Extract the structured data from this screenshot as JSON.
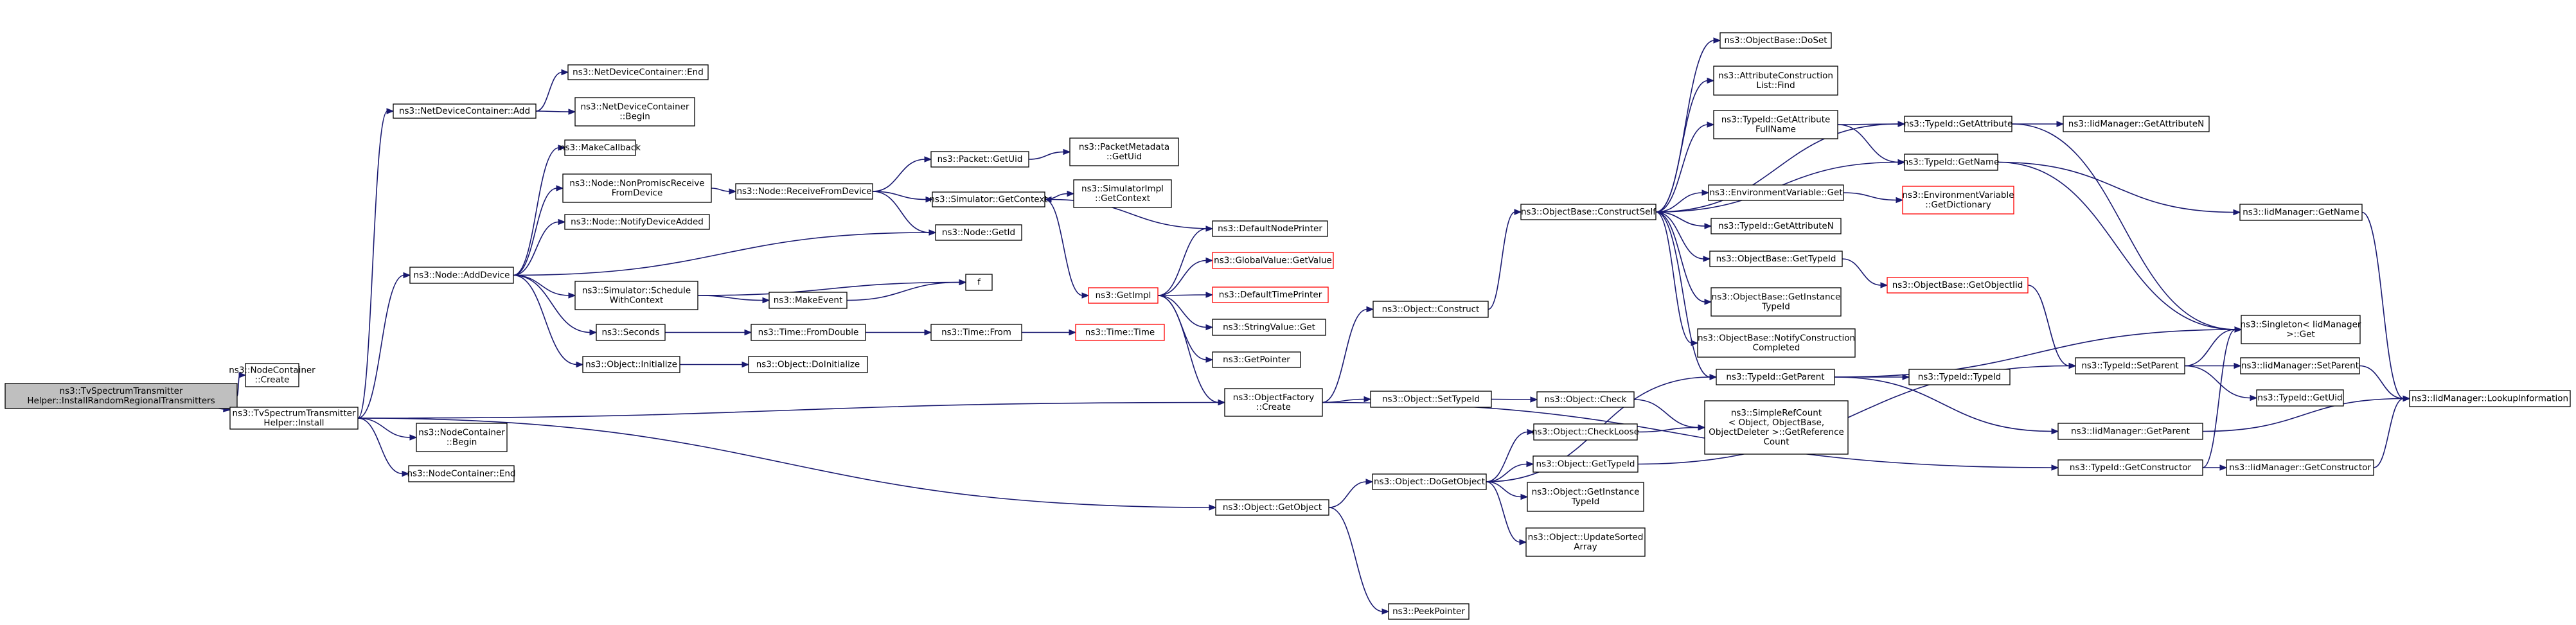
{
  "nodes": [
    {
      "id": "root",
      "lines": [
        "ns3::TvSpectrumTransmitter",
        "Helper::InstallRandomRegionalTransmitters"
      ],
      "style": "root"
    },
    {
      "id": "ncCreate",
      "lines": [
        "ns3::NodeContainer",
        "::Create"
      ],
      "style": "plain"
    },
    {
      "id": "install",
      "lines": [
        "ns3::TvSpectrumTransmitter",
        "Helper::Install"
      ],
      "style": "plain"
    },
    {
      "id": "ndcAdd",
      "lines": [
        "ns3::NetDeviceContainer::Add"
      ],
      "style": "plain"
    },
    {
      "id": "ndcEnd",
      "lines": [
        "ns3::NetDeviceContainer::End"
      ],
      "style": "plain"
    },
    {
      "id": "ndcBegin",
      "lines": [
        "ns3::NetDeviceContainer",
        "::Begin"
      ],
      "style": "plain"
    },
    {
      "id": "addDevice",
      "lines": [
        "ns3::Node::AddDevice"
      ],
      "style": "plain"
    },
    {
      "id": "makeCallback",
      "lines": [
        "ns3::MakeCallback"
      ],
      "style": "plain"
    },
    {
      "id": "nonPromisc",
      "lines": [
        "ns3::Node::NonPromiscReceive",
        "FromDevice"
      ],
      "style": "plain"
    },
    {
      "id": "notifyDev",
      "lines": [
        "ns3::Node::NotifyDeviceAdded"
      ],
      "style": "plain"
    },
    {
      "id": "receiveFrom",
      "lines": [
        "ns3::Node::ReceiveFromDevice"
      ],
      "style": "plain"
    },
    {
      "id": "packetGetUid",
      "lines": [
        "ns3::Packet::GetUid"
      ],
      "style": "plain"
    },
    {
      "id": "pktMetaGetUid",
      "lines": [
        "ns3::PacketMetadata",
        "::GetUid"
      ],
      "style": "plain"
    },
    {
      "id": "simGetContext",
      "lines": [
        "ns3::Simulator::GetContext"
      ],
      "style": "plain"
    },
    {
      "id": "simImplGetContext",
      "lines": [
        "ns3::SimulatorImpl",
        "::GetContext"
      ],
      "style": "plain"
    },
    {
      "id": "nodeGetId",
      "lines": [
        "ns3::Node::GetId"
      ],
      "style": "plain"
    },
    {
      "id": "schedule",
      "lines": [
        "ns3::Simulator::Schedule",
        "WithContext"
      ],
      "style": "plain"
    },
    {
      "id": "makeEvent",
      "lines": [
        "ns3::MakeEvent"
      ],
      "style": "plain"
    },
    {
      "id": "f",
      "lines": [
        "f"
      ],
      "style": "plain"
    },
    {
      "id": "seconds",
      "lines": [
        "ns3::Seconds"
      ],
      "style": "plain"
    },
    {
      "id": "fromDouble",
      "lines": [
        "ns3::Time::FromDouble"
      ],
      "style": "plain"
    },
    {
      "id": "timeFrom",
      "lines": [
        "ns3::Time::From"
      ],
      "style": "plain"
    },
    {
      "id": "timeTime",
      "lines": [
        "ns3::Time::Time"
      ],
      "style": "red"
    },
    {
      "id": "objInitialize",
      "lines": [
        "ns3::Object::Initialize"
      ],
      "style": "plain"
    },
    {
      "id": "doInitialize",
      "lines": [
        "ns3::Object::DoInitialize"
      ],
      "style": "plain"
    },
    {
      "id": "ncBegin",
      "lines": [
        "ns3::NodeContainer",
        "::Begin"
      ],
      "style": "plain"
    },
    {
      "id": "ncEnd",
      "lines": [
        "ns3::NodeContainer::End"
      ],
      "style": "plain"
    },
    {
      "id": "getImpl",
      "lines": [
        "ns3::GetImpl"
      ],
      "style": "red"
    },
    {
      "id": "defaultNodePrinter",
      "lines": [
        "ns3::DefaultNodePrinter"
      ],
      "style": "plain"
    },
    {
      "id": "globalValueGetValue",
      "lines": [
        "ns3::GlobalValue::GetValue"
      ],
      "style": "red"
    },
    {
      "id": "defaultTimePrinter",
      "lines": [
        "ns3::DefaultTimePrinter"
      ],
      "style": "red"
    },
    {
      "id": "stringValueGet",
      "lines": [
        "ns3::StringValue::Get"
      ],
      "style": "plain"
    },
    {
      "id": "getPointer",
      "lines": [
        "ns3::GetPointer"
      ],
      "style": "plain"
    },
    {
      "id": "objFactoryCreate",
      "lines": [
        "ns3::ObjectFactory",
        "::Create"
      ],
      "style": "plain"
    },
    {
      "id": "objConstruct",
      "lines": [
        "ns3::Object::Construct"
      ],
      "style": "plain"
    },
    {
      "id": "setTypeId",
      "lines": [
        "ns3::Object::SetTypeId"
      ],
      "style": "plain"
    },
    {
      "id": "objGetObject",
      "lines": [
        "ns3::Object::GetObject"
      ],
      "style": "plain"
    },
    {
      "id": "doGetObject",
      "lines": [
        "ns3::Object::DoGetObject"
      ],
      "style": "plain"
    },
    {
      "id": "peekPointer",
      "lines": [
        "ns3::PeekPointer"
      ],
      "style": "plain"
    },
    {
      "id": "constructSelf",
      "lines": [
        "ns3::ObjectBase::ConstructSelf"
      ],
      "style": "plain"
    },
    {
      "id": "objCheck",
      "lines": [
        "ns3::Object::Check"
      ],
      "style": "plain"
    },
    {
      "id": "objCheckLoose",
      "lines": [
        "ns3::Object::CheckLoose"
      ],
      "style": "plain"
    },
    {
      "id": "objGetTypeId",
      "lines": [
        "ns3::Object::GetTypeId"
      ],
      "style": "plain"
    },
    {
      "id": "objGetInstanceTypeId",
      "lines": [
        "ns3::Object::GetInstance",
        "TypeId"
      ],
      "style": "plain"
    },
    {
      "id": "updateSorted",
      "lines": [
        "ns3::Object::UpdateSorted",
        "Array"
      ],
      "style": "plain"
    },
    {
      "id": "objBaseDoSet",
      "lines": [
        "ns3::ObjectBase::DoSet"
      ],
      "style": "plain"
    },
    {
      "id": "attrListFind",
      "lines": [
        "ns3::AttributeConstruction",
        "List::Find"
      ],
      "style": "plain"
    },
    {
      "id": "getAttrFullName",
      "lines": [
        "ns3::TypeId::GetAttribute",
        "FullName"
      ],
      "style": "plain"
    },
    {
      "id": "typeIdGetAttribute",
      "lines": [
        "ns3::TypeId::GetAttribute"
      ],
      "style": "plain"
    },
    {
      "id": "iidGetAttributeN",
      "lines": [
        "ns3::IidManager::GetAttributeN"
      ],
      "style": "plain"
    },
    {
      "id": "typeIdGetName",
      "lines": [
        "ns3::TypeId::GetName"
      ],
      "style": "plain"
    },
    {
      "id": "envGet",
      "lines": [
        "ns3::EnvironmentVariable::Get"
      ],
      "style": "plain"
    },
    {
      "id": "envGetDict",
      "lines": [
        "ns3::EnvironmentVariable",
        "::GetDictionary"
      ],
      "style": "red"
    },
    {
      "id": "typeIdGetAttributeN",
      "lines": [
        "ns3::TypeId::GetAttributeN"
      ],
      "style": "plain"
    },
    {
      "id": "objBaseGetTypeId",
      "lines": [
        "ns3::ObjectBase::GetTypeId"
      ],
      "style": "plain"
    },
    {
      "id": "objBaseGetObjectIid",
      "lines": [
        "ns3::ObjectBase::GetObjectIid"
      ],
      "style": "red"
    },
    {
      "id": "objBaseGetInstanceTypeId",
      "lines": [
        "ns3::ObjectBase::GetInstance",
        "TypeId"
      ],
      "style": "plain"
    },
    {
      "id": "notifyConstruction",
      "lines": [
        "ns3::ObjectBase::NotifyConstruction",
        "Completed"
      ],
      "style": "plain"
    },
    {
      "id": "typeIdGetParent",
      "lines": [
        "ns3::TypeId::GetParent"
      ],
      "style": "plain"
    },
    {
      "id": "typeIdTypeId",
      "lines": [
        "ns3::TypeId::TypeId"
      ],
      "style": "plain"
    },
    {
      "id": "simpleRefCount",
      "lines": [
        "ns3::SimpleRefCount",
        "< Object, ObjectBase,",
        "ObjectDeleter >::GetReference",
        "Count"
      ],
      "style": "plain"
    },
    {
      "id": "iidGetName",
      "lines": [
        "ns3::IidManager::GetName"
      ],
      "style": "plain"
    },
    {
      "id": "singletonGet",
      "lines": [
        "ns3::Singleton< IidManager",
        ">::Get"
      ],
      "style": "plain"
    },
    {
      "id": "typeIdSetParent",
      "lines": [
        "ns3::TypeId::SetParent"
      ],
      "style": "plain"
    },
    {
      "id": "iidSetParent",
      "lines": [
        "ns3::IidManager::SetParent"
      ],
      "style": "plain"
    },
    {
      "id": "typeIdGetUid",
      "lines": [
        "ns3::TypeId::GetUid"
      ],
      "style": "plain"
    },
    {
      "id": "iidLookupInformation",
      "lines": [
        "ns3::IidManager::LookupInformation"
      ],
      "style": "plain"
    },
    {
      "id": "iidGetParent",
      "lines": [
        "ns3::IidManager::GetParent"
      ],
      "style": "plain"
    },
    {
      "id": "typeIdGetConstructor",
      "lines": [
        "ns3::TypeId::GetConstructor"
      ],
      "style": "plain"
    },
    {
      "id": "iidGetConstructor",
      "lines": [
        "ns3::IidManager::GetConstructor"
      ],
      "style": "plain"
    }
  ],
  "edges": [
    [
      "root",
      "ncCreate"
    ],
    [
      "root",
      "install"
    ],
    [
      "install",
      "ndcAdd"
    ],
    [
      "install",
      "addDevice"
    ],
    [
      "install",
      "objFactoryCreate"
    ],
    [
      "install",
      "ncBegin"
    ],
    [
      "install",
      "ncEnd"
    ],
    [
      "install",
      "objGetObject"
    ],
    [
      "ndcAdd",
      "ndcEnd"
    ],
    [
      "ndcAdd",
      "ndcBegin"
    ],
    [
      "addDevice",
      "makeCallback"
    ],
    [
      "addDevice",
      "nonPromisc"
    ],
    [
      "addDevice",
      "notifyDev"
    ],
    [
      "addDevice",
      "nodeGetId"
    ],
    [
      "addDevice",
      "schedule"
    ],
    [
      "addDevice",
      "seconds"
    ],
    [
      "addDevice",
      "objInitialize"
    ],
    [
      "nonPromisc",
      "receiveFrom"
    ],
    [
      "receiveFrom",
      "packetGetUid"
    ],
    [
      "receiveFrom",
      "simGetContext"
    ],
    [
      "receiveFrom",
      "nodeGetId"
    ],
    [
      "packetGetUid",
      "pktMetaGetUid"
    ],
    [
      "simGetContext",
      "simImplGetContext"
    ],
    [
      "simGetContext",
      "getImpl"
    ],
    [
      "schedule",
      "makeEvent"
    ],
    [
      "schedule",
      "f"
    ],
    [
      "makeEvent",
      "f"
    ],
    [
      "seconds",
      "fromDouble"
    ],
    [
      "fromDouble",
      "timeFrom"
    ],
    [
      "timeFrom",
      "timeTime"
    ],
    [
      "objInitialize",
      "doInitialize"
    ],
    [
      "getImpl",
      "defaultNodePrinter"
    ],
    [
      "getImpl",
      "globalValueGetValue"
    ],
    [
      "getImpl",
      "defaultTimePrinter"
    ],
    [
      "getImpl",
      "stringValueGet"
    ],
    [
      "getImpl",
      "getPointer"
    ],
    [
      "getImpl",
      "objFactoryCreate"
    ],
    [
      "defaultNodePrinter",
      "simGetContext"
    ],
    [
      "objFactoryCreate",
      "objConstruct"
    ],
    [
      "objFactoryCreate",
      "setTypeId"
    ],
    [
      "objFactoryCreate",
      "typeIdGetConstructor"
    ],
    [
      "objConstruct",
      "constructSelf"
    ],
    [
      "setTypeId",
      "objCheck"
    ],
    [
      "objGetObject",
      "doGetObject"
    ],
    [
      "objGetObject",
      "peekPointer"
    ],
    [
      "doGetObject",
      "objCheckLoose"
    ],
    [
      "doGetObject",
      "objGetTypeId"
    ],
    [
      "doGetObject",
      "objGetInstanceTypeId"
    ],
    [
      "doGetObject",
      "updateSorted"
    ],
    [
      "doGetObject",
      "typeIdGetParent"
    ],
    [
      "objCheck",
      "simpleRefCount"
    ],
    [
      "objCheckLoose",
      "simpleRefCount"
    ],
    [
      "objGetTypeId",
      "typeIdSetParent"
    ],
    [
      "constructSelf",
      "objBaseDoSet"
    ],
    [
      "constructSelf",
      "attrListFind"
    ],
    [
      "constructSelf",
      "getAttrFullName"
    ],
    [
      "constructSelf",
      "typeIdGetAttribute"
    ],
    [
      "constructSelf",
      "typeIdGetName"
    ],
    [
      "constructSelf",
      "envGet"
    ],
    [
      "constructSelf",
      "typeIdGetAttributeN"
    ],
    [
      "constructSelf",
      "objBaseGetTypeId"
    ],
    [
      "constructSelf",
      "objBaseGetInstanceTypeId"
    ],
    [
      "constructSelf",
      "notifyConstruction"
    ],
    [
      "constructSelf",
      "typeIdGetParent"
    ],
    [
      "getAttrFullName",
      "typeIdGetAttribute"
    ],
    [
      "getAttrFullName",
      "typeIdGetName"
    ],
    [
      "typeIdGetAttribute",
      "iidGetAttributeN"
    ],
    [
      "typeIdGetAttribute",
      "singletonGet"
    ],
    [
      "typeIdGetName",
      "iidGetName"
    ],
    [
      "typeIdGetName",
      "singletonGet"
    ],
    [
      "envGet",
      "envGetDict"
    ],
    [
      "objBaseGetTypeId",
      "objBaseGetObjectIid"
    ],
    [
      "objBaseGetObjectIid",
      "typeIdSetParent"
    ],
    [
      "typeIdGetParent",
      "typeIdTypeId"
    ],
    [
      "typeIdGetParent",
      "iidGetParent"
    ],
    [
      "typeIdGetParent",
      "singletonGet"
    ],
    [
      "iidGetName",
      "iidLookupInformation"
    ],
    [
      "typeIdSetParent",
      "singletonGet"
    ],
    [
      "typeIdSetParent",
      "iidSetParent"
    ],
    [
      "typeIdSetParent",
      "typeIdGetUid"
    ],
    [
      "iidSetParent",
      "iidLookupInformation"
    ],
    [
      "iidGetParent",
      "iidLookupInformation"
    ],
    [
      "typeIdGetConstructor",
      "singletonGet"
    ],
    [
      "typeIdGetConstructor",
      "iidGetConstructor"
    ],
    [
      "iidGetConstructor",
      "iidLookupInformation"
    ]
  ]
}
